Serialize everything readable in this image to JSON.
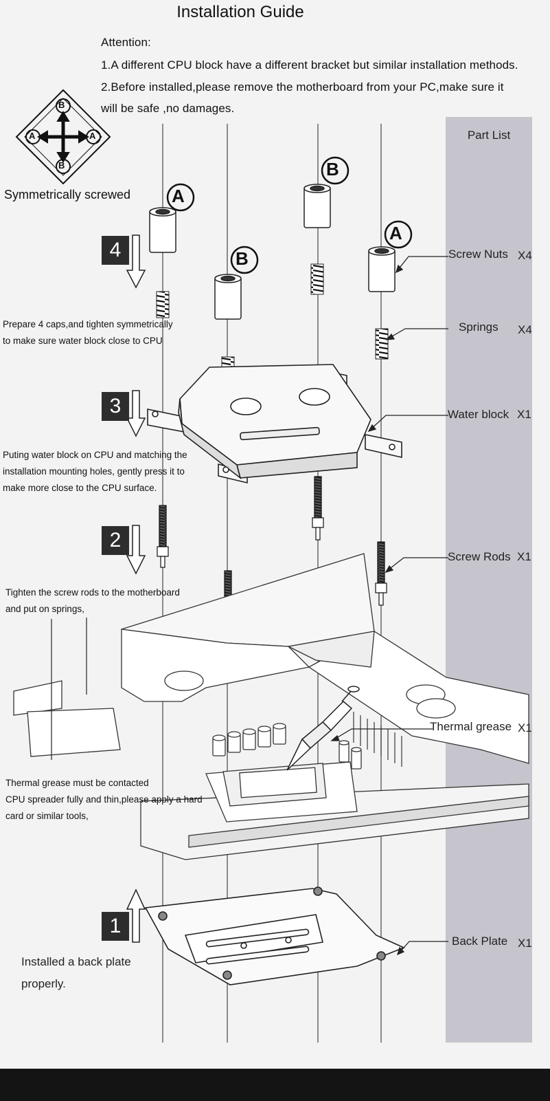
{
  "title": "Installation Guide",
  "attention": {
    "heading": "Attention:",
    "line1": "1.A different CPU block have a different bracket but similar installation methods.",
    "line2": "2.Before installed,please remove the motherboard from your PC,make sure it",
    "line3": "will be safe ,no damages."
  },
  "symmetry": {
    "label": "Symmetrically screwed",
    "marks": {
      "top": "B",
      "bottom": "B",
      "left": "A",
      "right": "A"
    }
  },
  "position_labels": {
    "a1": "A",
    "b1": "B",
    "b2": "B",
    "a2": "A"
  },
  "part_list": {
    "title": "Part List",
    "items": [
      {
        "name": "Screw Nuts",
        "qty": "X4"
      },
      {
        "name": "Springs",
        "qty": "X4"
      },
      {
        "name": "Water block",
        "qty": "X1"
      },
      {
        "name": "Screw Rods",
        "qty": "X1"
      },
      {
        "name": "Thermal grease",
        "qty": "X1"
      },
      {
        "name": "Back Plate",
        "qty": "X1"
      }
    ]
  },
  "steps": [
    {
      "number": "4",
      "lines": [
        "Prepare 4 caps,and tighten symmetrically",
        "to make sure water block close to CPU"
      ]
    },
    {
      "number": "3",
      "lines": [
        "Puting water block on CPU and matching the",
        "installation mounting holes, gently press it to",
        "make more close to the CPU surface."
      ]
    },
    {
      "number": "2",
      "lines": [
        "Tighten the screw rods to the motherboard",
        "and put on springs,"
      ]
    },
    {
      "number": "1",
      "lines": [
        "Installed a back plate",
        "properly."
      ]
    }
  ],
  "thermal_note": [
    "Thermal grease must be contacted",
    "CPU spreader fully and thin,please  apply a hard",
    "card or similar tools,"
  ],
  "colors": {
    "background": "#f3f3f3",
    "part_bar": "#c6c5cd",
    "step_box": "#2d2d2d",
    "footer": "#141414",
    "line": "#222222"
  }
}
